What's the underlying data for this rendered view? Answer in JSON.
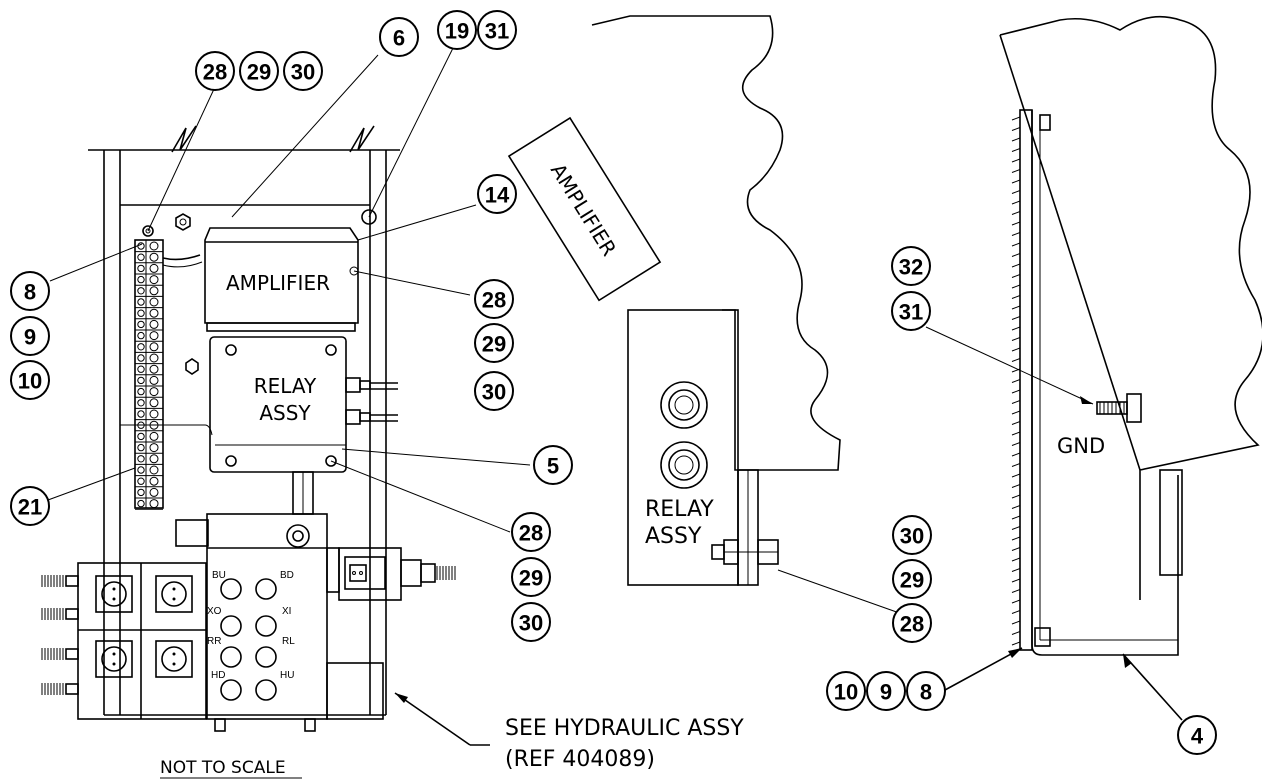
{
  "labels": {
    "amplifier_front": "AMPLIFIER",
    "amplifier_side": "AMPLIFIER",
    "relay_front_line1": "RELAY",
    "relay_front_line2": "ASSY",
    "relay_side_line1": "RELAY",
    "relay_side_line2": "ASSY",
    "gnd": "GND",
    "note_line1": "SEE HYDRAULIC ASSY",
    "note_line2": "(REF 404089)",
    "not_to_scale": "NOT TO SCALE",
    "port_bu": "BU",
    "port_bd": "BD",
    "port_xo": "XO",
    "port_xi": "XI",
    "port_rr": "RR",
    "port_rl": "RL",
    "port_hd": "HD",
    "port_hu": "HU"
  },
  "callouts": {
    "c6": "6",
    "c19": "19",
    "c31_top": "31",
    "c28_top": "28",
    "c29_top": "29",
    "c30_top": "30",
    "c14": "14",
    "c8_left": "8",
    "c9_left": "9",
    "c10_left": "10",
    "c28_amp": "28",
    "c29_amp": "29",
    "c30_amp": "30",
    "c5": "5",
    "c21": "21",
    "c28_relay": "28",
    "c29_relay": "29",
    "c30_relay": "30",
    "c32": "32",
    "c31_gnd": "31",
    "c30_side": "30",
    "c29_side": "29",
    "c28_side": "28",
    "c10_bottom": "10",
    "c9_bottom": "9",
    "c8_bottom": "8",
    "c4": "4"
  }
}
